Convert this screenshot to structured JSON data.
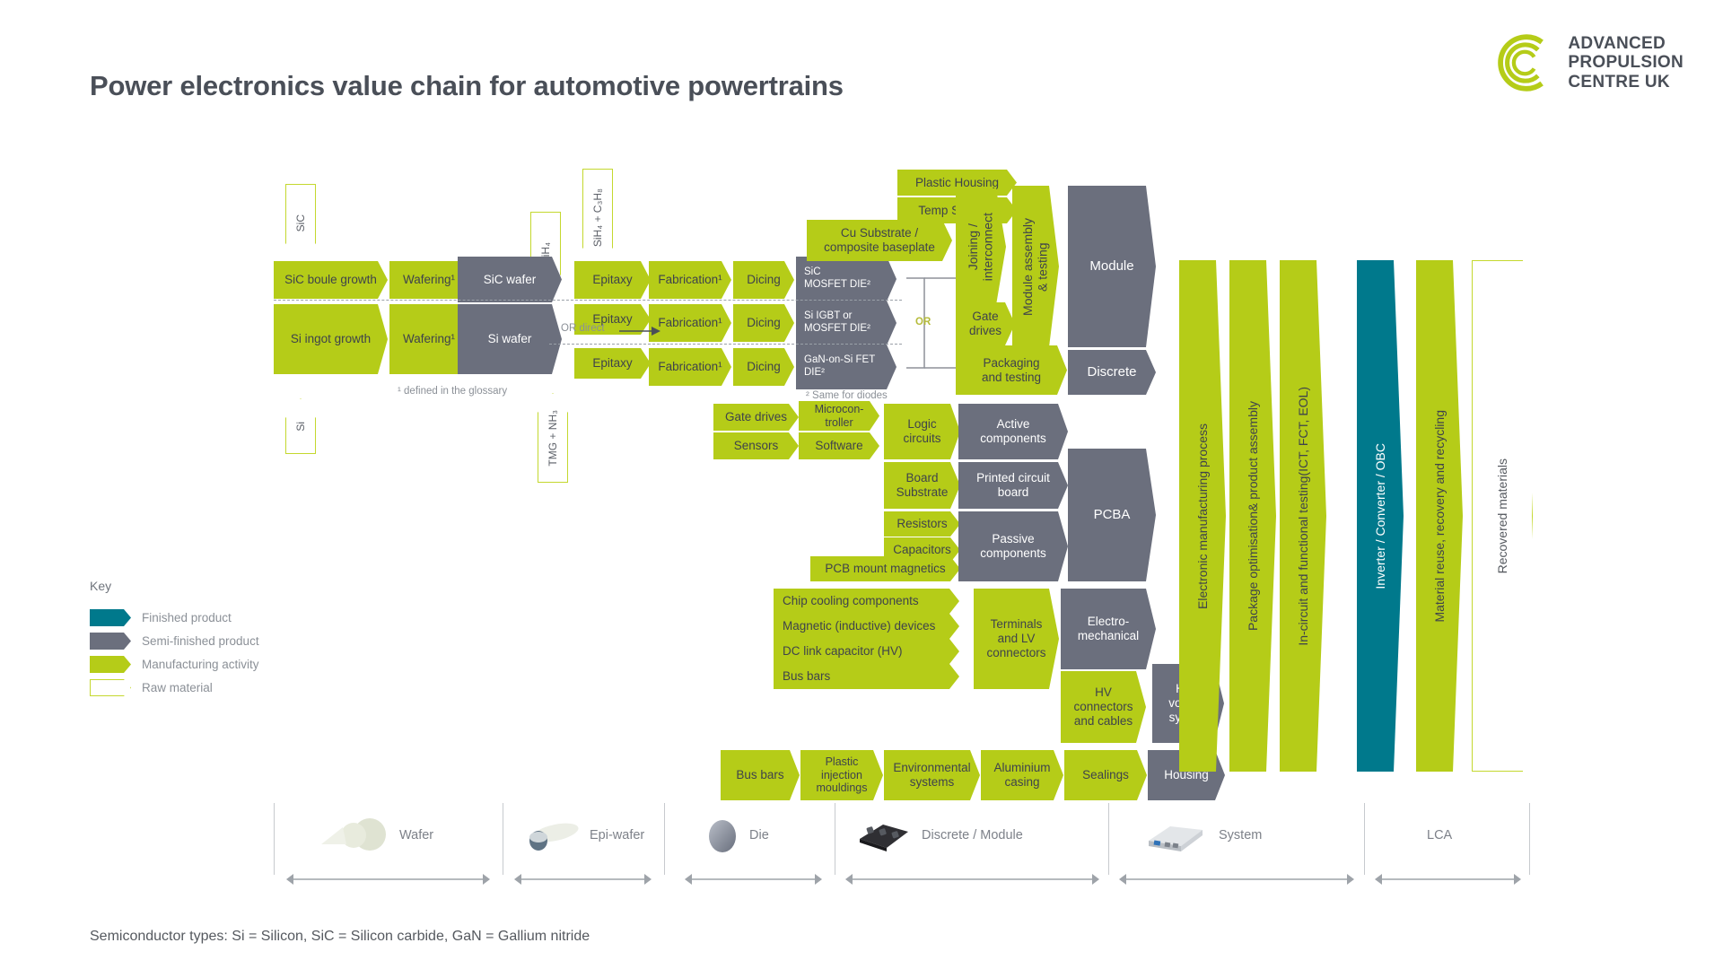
{
  "header": {
    "title": "Power electronics value chain for automotive powertrains",
    "logo": {
      "line1": "ADVANCED",
      "line2": "PROPULSION",
      "line3": "CENTRE UK",
      "mark": "concentric-c-icon",
      "mark_color": "#b5cc18"
    }
  },
  "colors": {
    "manufacturing_activity": "#b5cc18",
    "semi_finished": "#6b6f7d",
    "finished_product": "#00798c",
    "raw_material_border": "#c4d82e",
    "text_dark": "#4a4f58"
  },
  "raw_material_arrows": [
    {
      "label": "SiC",
      "direction": "down"
    },
    {
      "label": "SiH₄",
      "direction": "down"
    },
    {
      "label": "SiH₄ + C₃H₈",
      "direction": "down"
    },
    {
      "label": "Si",
      "direction": "up"
    },
    {
      "label": "TMG + NH₃",
      "direction": "up"
    }
  ],
  "rows": {
    "sic": [
      "SiC boule growth",
      "Wafering¹",
      "SiC wafer",
      "Epitaxy",
      "Fabrication¹",
      "Dicing",
      "SiC\nMOSFET  DIE²"
    ],
    "si": [
      "Si ingot growth",
      "Wafering¹",
      "Si wafer",
      "Epitaxy",
      "Fabrication¹",
      "Dicing",
      "Si IGBT or\nMOSFET  DIE²"
    ],
    "gan": [
      "Epitaxy",
      "Fabrication¹",
      "Dicing",
      "GaN-on-Si  FET DIE²"
    ]
  },
  "labels": {
    "or_direct": "OR direct",
    "or": "OR",
    "footnote1": "¹ defined  in the glossary",
    "footnote2": "² Same  for diodes"
  },
  "module_branch": {
    "plastic_housing": "Plastic Housing",
    "temp_sensors": "Temp Sensors",
    "cu_substrate": "Cu Substrate /\ncomposite baseplate",
    "joining": "Joining /\ninterconnect",
    "gate_drives": "Gate\ndrives",
    "packaging": "Packaging\nand testing",
    "module_assembly": "Module assembly\n& testing",
    "module": "Module",
    "discrete": "Discrete"
  },
  "pcba_branch": {
    "gate_drives": "Gate drives",
    "microcontroller": "Microcon-\ntroller",
    "sensors": "Sensors",
    "software": "Software",
    "logic_circuits": "Logic\ncircuits",
    "active_components": "Active\ncomponents",
    "board_substrate": "Board\nSubstrate",
    "printed_circuit_board": "Printed circuit\nboard",
    "resistors": "Resistors",
    "capacitors": "Capacitors",
    "pcb_mount_magnetics": "PCB mount magnetics",
    "passive_components": "Passive\ncomponents",
    "pcba": "PCBA"
  },
  "electromech_branch": {
    "chip_cooling": "Chip cooling components",
    "magnetic_devices": "Magnetic (inductive) devices",
    "dc_link_capacitor": "DC link capacitor (HV)",
    "bus_bars": "Bus bars",
    "terminals": "Terminals\nand LV\nconnectors",
    "electro_mechanical": "Electro-\nmechanical",
    "hv_connectors": "HV\nconnectors\nand cables",
    "high_voltage_system": "High\nvoltage\nsystem"
  },
  "housing_row": {
    "bus_bars": "Bus bars",
    "plastic_injection": "Plastic\ninjection\nmouldings",
    "environmental_systems": "Environmental\nsystems",
    "aluminium_casing": "Aluminium\ncasing",
    "sealings": "Sealings",
    "housing": "Housing"
  },
  "right_columns": [
    {
      "label": "Electronic manufacturing process",
      "type": "manufacturing"
    },
    {
      "label": "Package optimisation& product assembly",
      "type": "manufacturing"
    },
    {
      "label": "In-circuit and functional testing(ICT, FCT, EOL)",
      "type": "manufacturing"
    },
    {
      "label": "Inverter / Converter / OBC",
      "type": "finished"
    },
    {
      "label": "Material reuse, recovery and recycling",
      "type": "manufacturing"
    },
    {
      "label": "Recovered materials",
      "type": "raw"
    }
  ],
  "key": {
    "title": "Key",
    "items": [
      {
        "label": "Finished product",
        "color": "#00798c"
      },
      {
        "label": "Semi-finished product",
        "color": "#6b6f7d"
      },
      {
        "label": "Manufacturing activity",
        "color": "#b5cc18"
      },
      {
        "label": "Raw material",
        "color": "#ffffff"
      }
    ]
  },
  "stages": [
    {
      "label": "Wafer",
      "icon": "wafer-icon"
    },
    {
      "label": "Epi-wafer",
      "icon": "epi-wafer-icon"
    },
    {
      "label": "Die",
      "icon": "die-icon"
    },
    {
      "label": "Discrete / Module",
      "icon": "module-icon"
    },
    {
      "label": "System",
      "icon": "system-icon"
    },
    {
      "label": "LCA",
      "icon": "none"
    }
  ],
  "footer": {
    "text": "Semiconductor types: Si = Silicon, SiC = Silicon carbide,  GaN = Gallium nitride"
  }
}
